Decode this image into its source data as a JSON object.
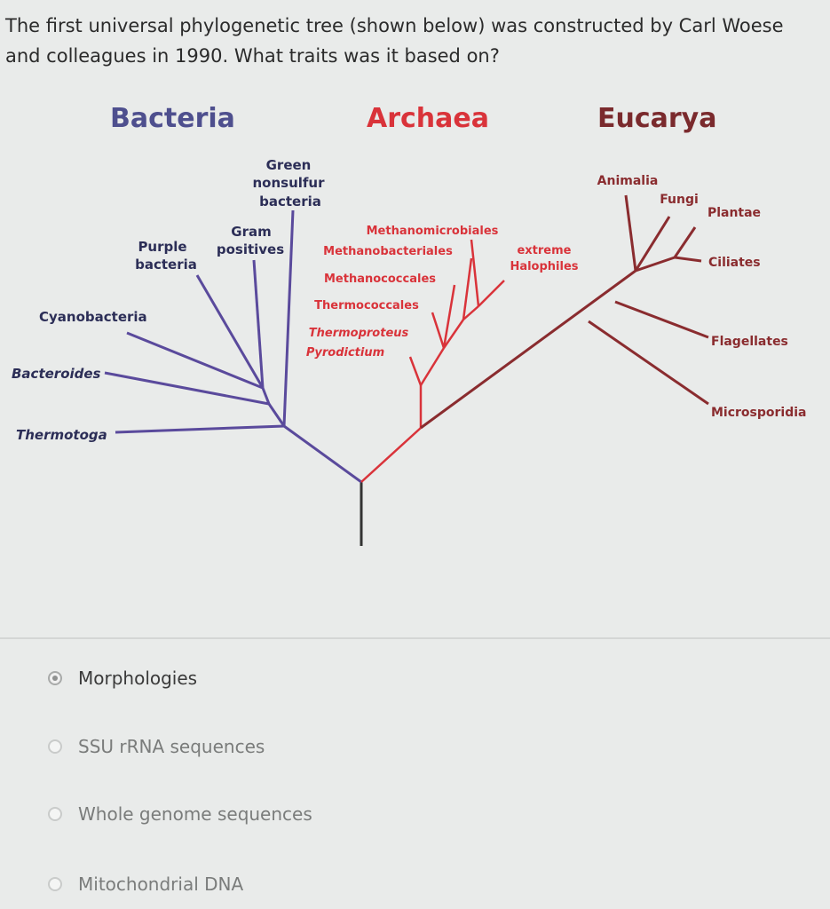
{
  "question": {
    "text": "The first universal phylogenetic tree (shown below) was constructed by Carl Woese and colleagues in 1990. What traits was it based on?"
  },
  "tree": {
    "groups": {
      "bacteria": "Bacteria",
      "archaea": "Archaea",
      "eucarya": "Eucarya"
    },
    "bacteria_leaves": {
      "green_line1": "Green",
      "green_line2": "nonsulfur",
      "green_line3": "bacteria",
      "gram_line1": "Gram",
      "gram_line2": "positives",
      "purple_line1": "Purple",
      "purple_line2": "bacteria",
      "cyanobacteria": "Cyanobacteria",
      "bacteroides": "Bacteroides",
      "thermotoga": "Thermotoga"
    },
    "archaea_leaves": {
      "methanomicrobiales": "Methanomicrobiales",
      "methanobacteriales": "Methanobacteriales",
      "extreme_line1": "extreme",
      "extreme_line2": "Halophiles",
      "methanococcales": "Methanococcales",
      "thermococcales": "Thermococcales",
      "thermoproteus": "Thermoproteus",
      "pyrodictium": "Pyrodictium"
    },
    "eucarya_leaves": {
      "animalia": "Animalia",
      "fungi": "Fungi",
      "plantae": "Plantae",
      "ciliates": "Ciliates",
      "flagellates": "Flagellates",
      "microsporidia": "Microsporidia"
    },
    "colors": {
      "bacteria": "#5a4a9c",
      "archaea": "#d9333a",
      "eucarya": "#8a2c2f",
      "root": "#333333"
    }
  },
  "options": [
    {
      "label": "Morphologies",
      "selected": true
    },
    {
      "label": "SSU rRNA sequences",
      "selected": false
    },
    {
      "label": "Whole genome sequences",
      "selected": false
    },
    {
      "label": "Mitochondrial DNA",
      "selected": false
    }
  ]
}
